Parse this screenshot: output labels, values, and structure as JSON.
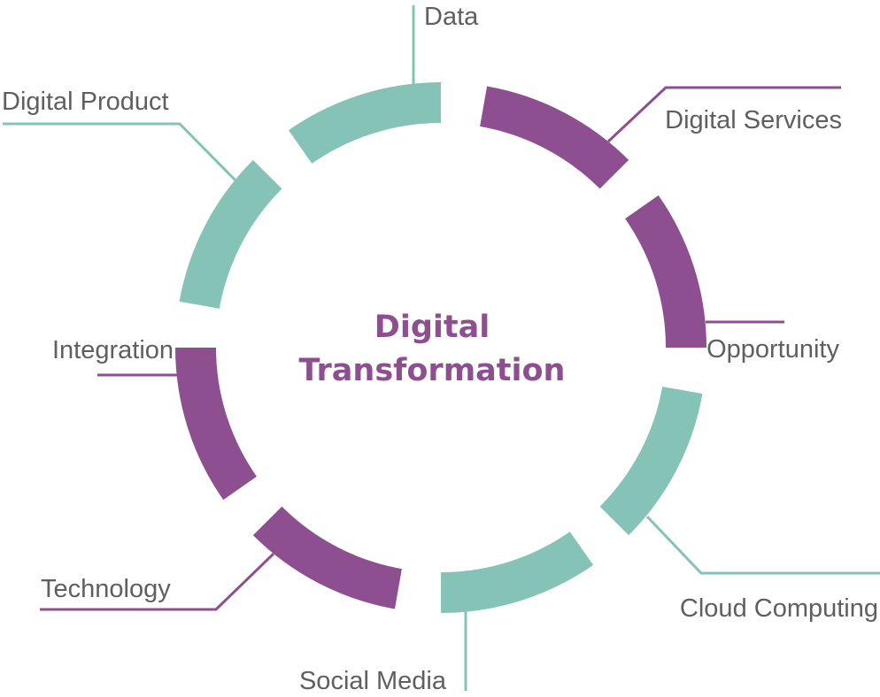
{
  "diagram": {
    "title_line1": "Digital",
    "title_line2": "Transformation",
    "colors": {
      "teal": "#86c3b7",
      "purple": "#8d4f90",
      "text": "#5f5f63"
    },
    "segments": [
      {
        "label": "Data",
        "color": "teal"
      },
      {
        "label": "Digital Services",
        "color": "purple"
      },
      {
        "label": "Opportunity",
        "color": "purple"
      },
      {
        "label": "Cloud Computing",
        "color": "teal"
      },
      {
        "label": "Social Media",
        "color": "teal"
      },
      {
        "label": "Technology",
        "color": "purple"
      },
      {
        "label": "Integration",
        "color": "purple"
      },
      {
        "label": "Digital Product",
        "color": "teal"
      }
    ]
  }
}
